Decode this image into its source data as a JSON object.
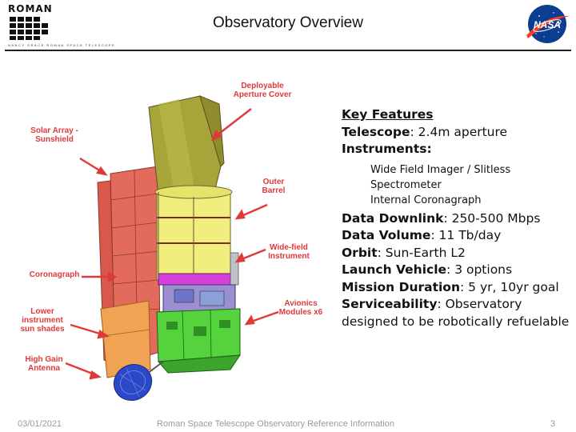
{
  "header": {
    "logo_text": "ROMAN",
    "logo_subtext": "NANCY GRACE ROMAN SPACE TELESCOPE",
    "title": "Observatory Overview",
    "nasa_logo_text": "NASA"
  },
  "diagram": {
    "callouts": {
      "deployable": "Deployable Aperture Cover",
      "solar": "Solar Array - Sunshield",
      "outer_barrel": "Outer Barrel",
      "wide_field": "Wide-field Instrument",
      "coronagraph": "Coronagraph",
      "avionics": "Avionics Modules x6",
      "lower_shades": "Lower instrument sun shades",
      "high_gain": "High Gain Antenna"
    }
  },
  "features": {
    "heading": "Key Features",
    "telescope_label": "Telescope",
    "telescope_value": ": 2.4m aperture",
    "instruments_label": "Instruments:",
    "instrument_1": "Wide Field Imager / Slitless Spectrometer",
    "instrument_2": "Internal Coronagraph",
    "downlink_label": "Data Downlink",
    "downlink_value": ": 250-500 Mbps",
    "volume_label": "Data Volume",
    "volume_value": ": 11 Tb/day",
    "orbit_label": "Orbit",
    "orbit_value": ": Sun-Earth L2",
    "launch_label": "Launch Vehicle",
    "launch_value": ": 3 options",
    "duration_label": "Mission Duration",
    "duration_value": ": 5 yr, 10yr goal",
    "service_label": "Serviceability",
    "service_value": ": Observatory designed to be robotically refuelable"
  },
  "footer": {
    "date": "03/01/2021",
    "center": "Roman Space Telescope Observatory Reference Information",
    "page": "3"
  },
  "colors": {
    "callout_red": "#e0393a",
    "header_rule": "#222222",
    "footer_gray": "#9a9a9a"
  }
}
